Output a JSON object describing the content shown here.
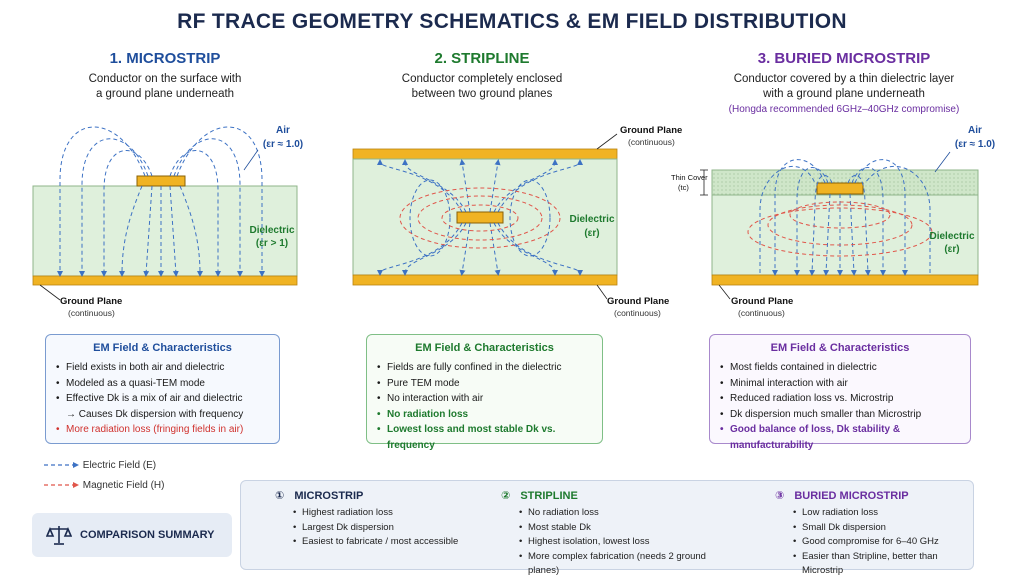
{
  "title": "RF TRACE GEOMETRY SCHEMATICS & EM FIELD DISTRIBUTION",
  "columns": [
    {
      "heading": "1. MICROSTRIP",
      "desc_line1": "Conductor on the surface with",
      "desc_line2": "a ground plane underneath",
      "note": "",
      "labels": {
        "air": "Air",
        "air_er": "(εr ≈ 1.0)",
        "dielectric": "Dielectric",
        "dielectric_er": "(εr > 1)",
        "ground": "Ground Plane",
        "ground_sub": "(continuous)"
      },
      "box": {
        "title": "EM Field & Characteristics",
        "items": [
          "Field exists in both air and dielectric",
          "Modeled as a quasi-TEM mode",
          "Effective Dk is a mix of air and dielectric",
          "→ Causes Dk dispersion with frequency",
          "More radiation loss (fringing fields in air)"
        ]
      }
    },
    {
      "heading": "2. STRIPLINE",
      "desc_line1": "Conductor completely enclosed",
      "desc_line2": "between two ground planes",
      "note": "",
      "labels": {
        "top_ground": "Ground Plane",
        "top_ground_sub": "(continuous)",
        "dielectric": "Dielectric",
        "dielectric_er": "(εr)",
        "ground": "Ground Plane",
        "ground_sub": "(continuous)"
      },
      "box": {
        "title": "EM Field & Characteristics",
        "items": [
          "Fields are fully confined in the dielectric",
          "Pure TEM mode",
          "No interaction with air",
          "No radiation loss",
          "Lowest loss and most stable Dk vs. frequency"
        ]
      }
    },
    {
      "heading": "3. BURIED MICROSTRIP",
      "desc_line1": "Conductor covered by a thin dielectric layer",
      "desc_line2": "with a ground plane underneath",
      "note": "(Hongda recommended 6GHz–40GHz compromise)",
      "labels": {
        "air": "Air",
        "air_er": "(εr ≈ 1.0)",
        "thin_cover": "Thin Cover",
        "thin_cover_sym": "(tc)",
        "dielectric": "Dielectric",
        "dielectric_er": "(εr)",
        "ground": "Ground Plane",
        "ground_sub": "(continuous)"
      },
      "box": {
        "title": "EM Field & Characteristics",
        "items": [
          "Most fields contained in dielectric",
          "Minimal interaction with air",
          "Reduced radiation loss vs. Microstrip",
          "Dk dispersion much smaller than Microstrip",
          "Good balance of loss, Dk stability & manufacturability"
        ]
      }
    }
  ],
  "legend": {
    "electric": "Electric Field (E)",
    "magnetic": "Magnetic Field (H)"
  },
  "summary": {
    "badge": "COMPARISON SUMMARY",
    "cols": [
      {
        "num": "①",
        "name": "MICROSTRIP",
        "items": [
          "Highest radiation loss",
          "Largest Dk dispersion",
          "Easiest to fabricate / most accessible"
        ]
      },
      {
        "num": "②",
        "name": "STRIPLINE",
        "items": [
          "No radiation loss",
          "Most stable Dk",
          "Highest isolation, lowest loss",
          "More complex fabrication (needs 2 ground planes)"
        ]
      },
      {
        "num": "③",
        "name": "BURIED MICROSTRIP",
        "items": [
          "Low radiation loss",
          "Small Dk dispersion",
          "Good compromise for 6–40 GHz",
          "Easier than Stripline, better than Microstrip"
        ]
      }
    ]
  },
  "colors": {
    "blue": "#1f4e9c",
    "green": "#1e7a2e",
    "purple": "#6a2ea0",
    "red": "#d0312d",
    "copper": "#f0b323",
    "dielectric": "#dff0dc",
    "efield": "#3d72c4",
    "hfield": "#e0564a"
  }
}
